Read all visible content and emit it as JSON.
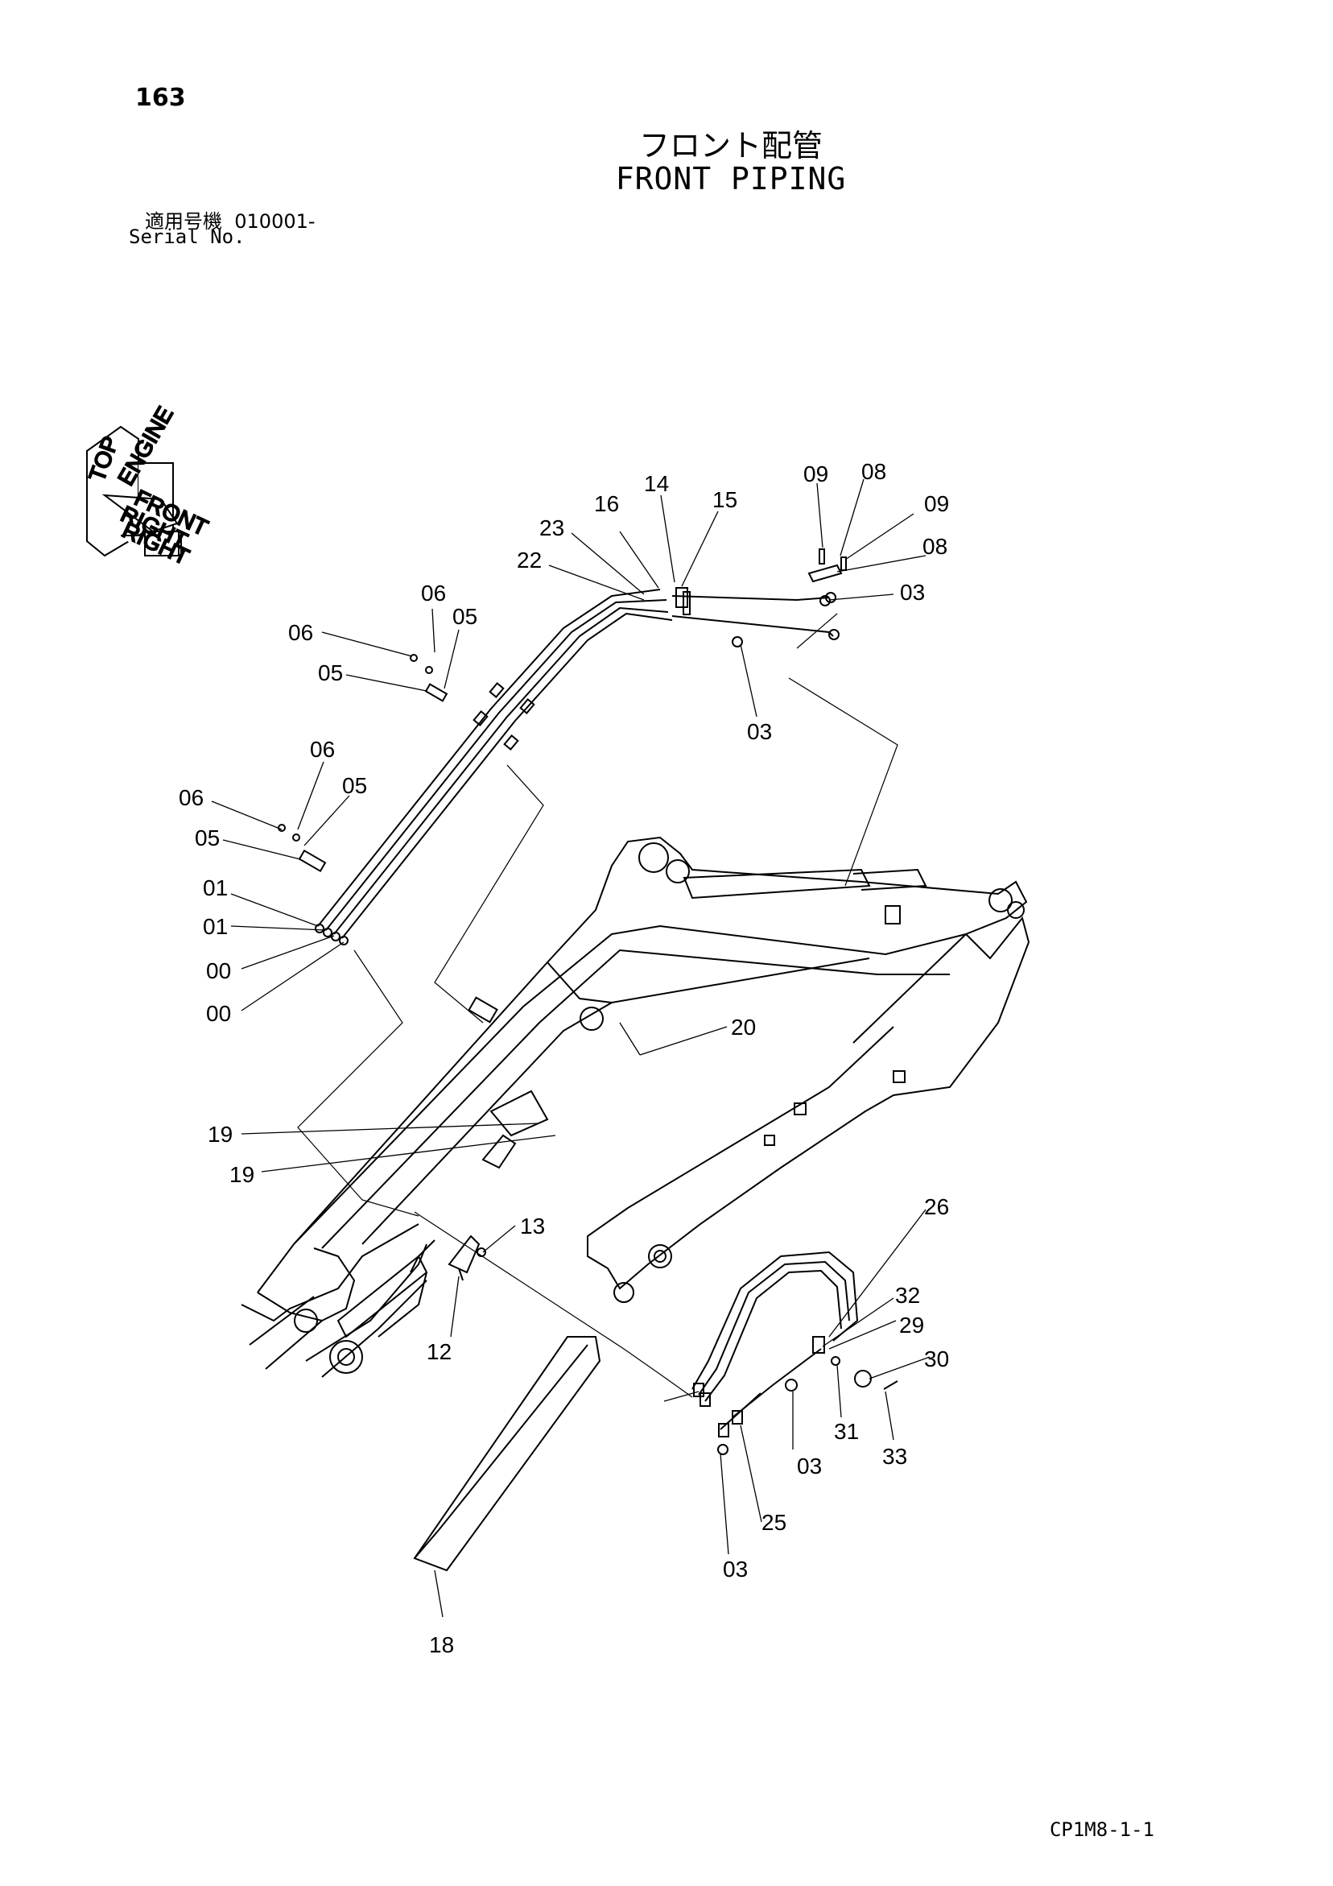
{
  "header": {
    "page_number": "163",
    "title_jp": "フロント配管",
    "title_en": "FRONT PIPING",
    "serial_jp": "適用号機  010001-",
    "serial_en": "Serial No."
  },
  "orientation_icon": {
    "labels": [
      "TOP",
      "ENGINE",
      "FRONT",
      "RIGHT",
      "RIGHT"
    ]
  },
  "callouts": {
    "c14": "14",
    "c16": "16",
    "c15": "15",
    "c23": "23",
    "c22": "22",
    "c09a": "09",
    "c08a": "08",
    "c09b": "09",
    "c08b": "08",
    "c03a": "03",
    "c06a": "06",
    "c05a": "05",
    "c06b": "06",
    "c05b": "05",
    "c03b": "03",
    "c06c": "06",
    "c05c": "05",
    "c06d": "06",
    "c05d": "05",
    "c01a": "01",
    "c01b": "01",
    "c00a": "00",
    "c00b": "00",
    "c20": "20",
    "c19a": "19",
    "c19b": "19",
    "c13": "13",
    "c12": "12",
    "c26": "26",
    "c32": "32",
    "c29": "29",
    "c30": "30",
    "c31": "31",
    "c03c": "03",
    "c33": "33",
    "c25": "25",
    "c03d": "03",
    "c18": "18"
  },
  "footer": {
    "doc_code": "CP1M8-1-1"
  }
}
